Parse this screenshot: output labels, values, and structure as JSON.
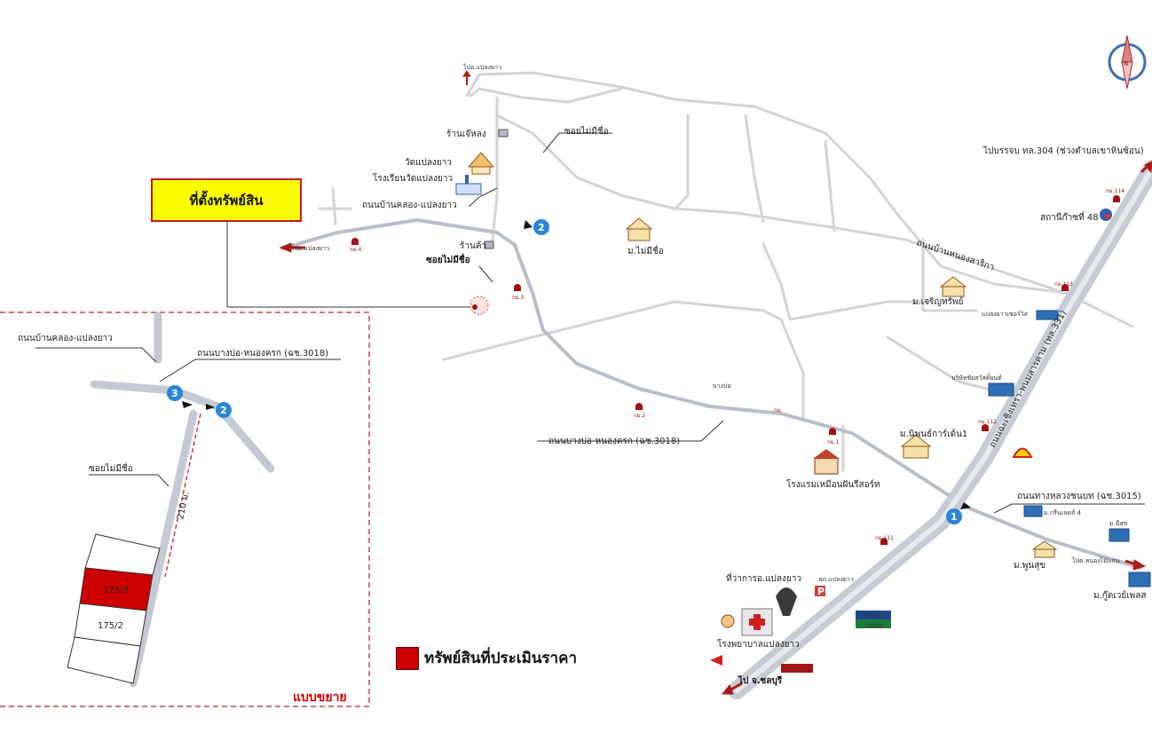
{
  "map": {
    "title": "ที่ตั้งทรัพย์สิน",
    "legend": {
      "label": "ทรัพย์สินที่ประเมินราคา",
      "color": "#cc0000"
    },
    "inset": {
      "caption": "แบบขยาย",
      "road_baanklong": "ถนนบ้านคลอง-แปลงยาว",
      "road_bangbo": "ถนนบางบ่อ-หนองครก (ฉช.3018)",
      "soi": "ซอยไม่มีชื่อ",
      "distance": "210 ม.",
      "plot_highlight": "175/3",
      "plot_other": "175/2",
      "marker_3": "3",
      "marker_2": "2"
    },
    "labels": {
      "to_plaengyao_n": "ไปอ.แปลงยาว",
      "shop_ji": "ร้านเจ๊หลง",
      "soi_nameless_1": "ซอยไม่มีชื่อ",
      "wat": "วัดแปลงยาว",
      "school": "โรงเรียนวัดแปลงยาว",
      "road_baanklong": "ถนนบ้านคลอง-แปลงยาว",
      "to_plaengyao_w": "ไปอ.แปลงยาว",
      "km4": "กม.4",
      "shop_2": "ร้านค้า",
      "soi_nameless_2": "ซอยไม่มีชื่อ",
      "km3": "กม.3",
      "moo_maimichue": "ม.ไม่มีชื่อ",
      "to_phanomsarakham": "ไปบรรจบ ทล.304 (ช่วงตำบลเขาหินซ้อน)",
      "km114": "กม.114",
      "gas_station": "สถานีก๊าซที่ 48",
      "road_nongsarika": "ถนนบ้านหนองสาริกา",
      "km113": "กม.113",
      "moo_charoen": "ม.เจริญทรัพย์",
      "plaengyao_sorvis": "แปลงยาวเซอร์วิส",
      "highway": "ถนนฉะเชิงเทรา-พนมสารคาม (ทล.331)",
      "company": "บริษัทชัยสวัสดิ์ยนต์",
      "bangbo": "บางบ่อ",
      "km2": "กม.2",
      "km1_road": "กม.",
      "road_bangbo": "ถนนบางบ่อ-หนองครก (ฉช.3018)",
      "km1": "กม.1",
      "moo_nimit": "ม.นิพนธ์การ์เด้น1",
      "km112": "กม.112",
      "hotel": "โรงแรมเหมือนฝันรีสอร์ท",
      "road_thanglaung": "ถนนทางหลวงชนบท (ฉช.3015)",
      "moo_green4": "ม.กรีนเลคส์ 4",
      "moo_misuk": "ม.มีสุข",
      "to_nongmaikaen": "ไปต.หนองไม้แก่น",
      "moo_poonsuk": "ม.พูนสุข",
      "moo_goodway": "ม.กู๊ดเวย์เพลส",
      "km111": "กม.111",
      "district_office": "ที่ว่าการอ.แปลงยาว",
      "police": "สภ.แปลงยาว",
      "tesco_top": "TESCO",
      "tesco_bottom": "Lotus",
      "hospital": "โรงพยาบาลแปลงยาว",
      "to_chonburi": "ไป จ.ชลบุรี",
      "marker_1": "1",
      "marker_2": "2"
    }
  }
}
